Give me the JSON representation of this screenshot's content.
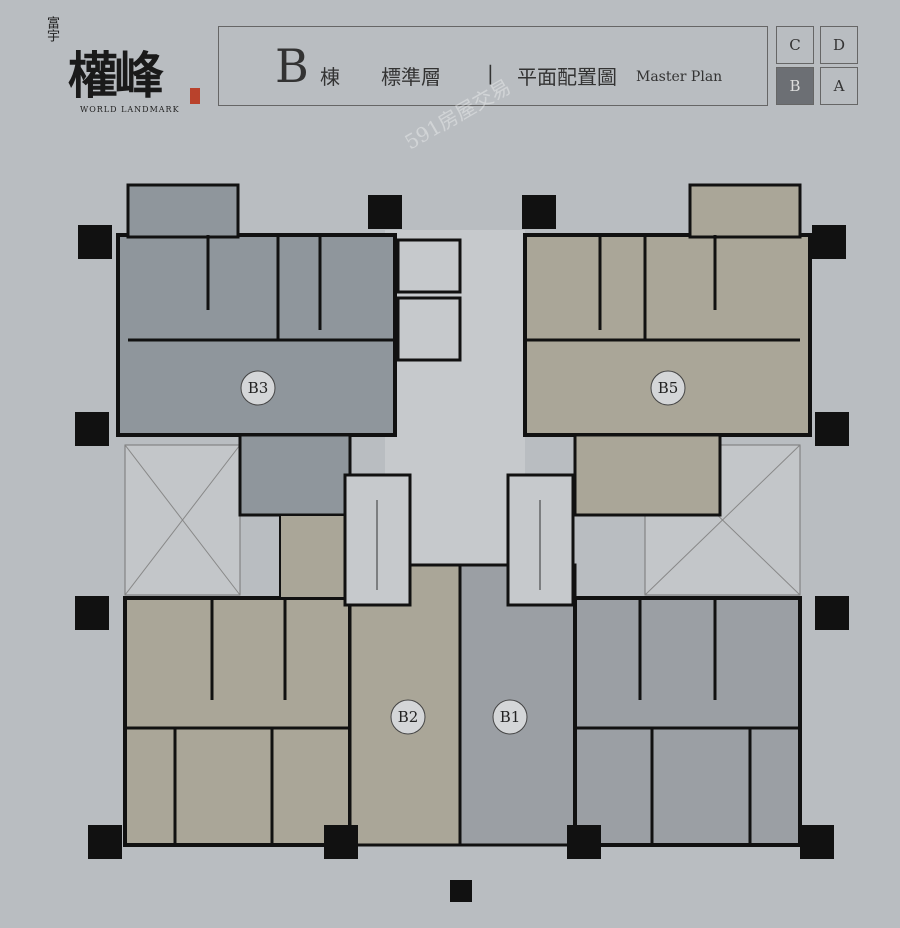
{
  "logo": {
    "small": "富宇",
    "big": "權峰",
    "english": "WORLD LANDMARK"
  },
  "title": {
    "building": "B",
    "building_suffix": "棟",
    "floor": "標準層",
    "separator": "|",
    "plan": "平面配置圖",
    "plan_en": "Master Plan"
  },
  "building_selector": [
    {
      "label": "C",
      "active": false
    },
    {
      "label": "D",
      "active": false
    },
    {
      "label": "B",
      "active": true
    },
    {
      "label": "A",
      "active": false
    }
  ],
  "units": [
    {
      "label": "B3",
      "color": "#8f969c"
    },
    {
      "label": "B5",
      "color": "#aaa698"
    },
    {
      "label": "B2",
      "color": "#aaa698"
    },
    {
      "label": "B1",
      "color": "#9b9fa4"
    }
  ],
  "watermark": "591房屋交易"
}
